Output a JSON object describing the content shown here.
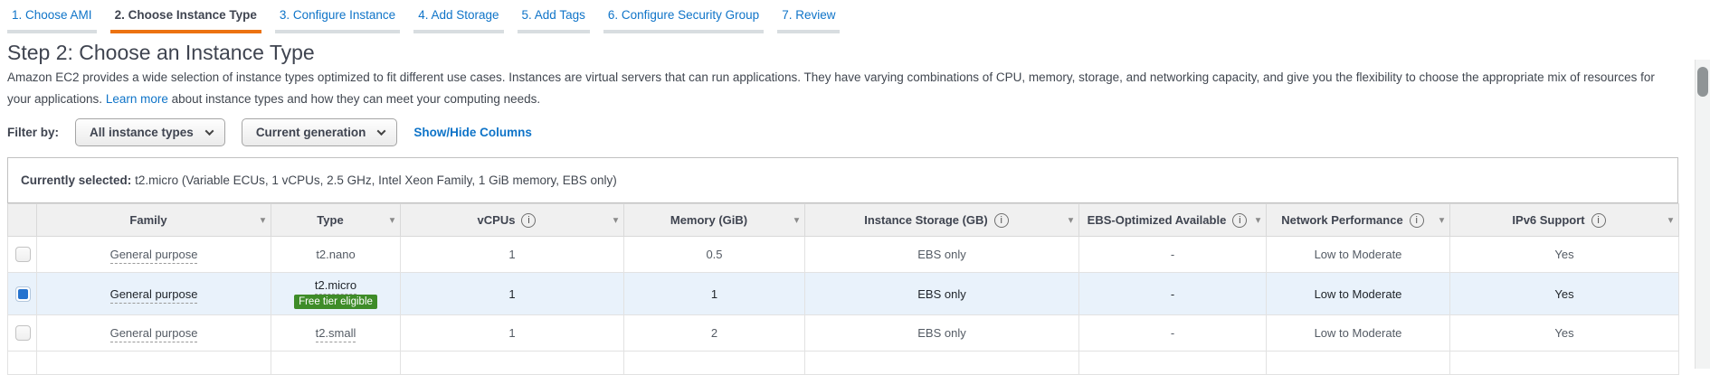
{
  "wizard_tabs": [
    {
      "label": "1. Choose AMI",
      "active": false
    },
    {
      "label": "2. Choose Instance Type",
      "active": true
    },
    {
      "label": "3. Configure Instance",
      "active": false
    },
    {
      "label": "4. Add Storage",
      "active": false
    },
    {
      "label": "5. Add Tags",
      "active": false
    },
    {
      "label": "6. Configure Security Group",
      "active": false
    },
    {
      "label": "7. Review",
      "active": false
    }
  ],
  "header": {
    "title": "Step 2: Choose an Instance Type",
    "description_pre": "Amazon EC2 provides a wide selection of instance types optimized to fit different use cases. Instances are virtual servers that can run applications. They have varying combinations of CPU, memory, storage, and networking capacity, and give you the flexibility to choose the appropriate mix of resources for your applications.",
    "learn_more_label": "Learn more",
    "description_post": "about instance types and how they can meet your computing needs."
  },
  "filter_bar": {
    "label": "Filter by:",
    "dropdowns": [
      {
        "value": "All instance types"
      },
      {
        "value": "Current generation"
      }
    ],
    "show_hide_label": "Show/Hide Columns"
  },
  "currently_selected": {
    "label": "Currently selected:",
    "value": "t2.micro (Variable ECUs, 1 vCPUs, 2.5 GHz, Intel Xeon Family, 1 GiB memory, EBS only)"
  },
  "table": {
    "columns": [
      {
        "key": "family",
        "label": "Family",
        "info": false
      },
      {
        "key": "type",
        "label": "Type",
        "info": false
      },
      {
        "key": "vcpus",
        "label": "vCPUs",
        "info": true
      },
      {
        "key": "memory",
        "label": "Memory (GiB)",
        "info": false
      },
      {
        "key": "instance-storage",
        "label": "Instance Storage (GB)",
        "info": true
      },
      {
        "key": "ebs-optimized",
        "label": "EBS-Optimized Available",
        "info": true
      },
      {
        "key": "network-performance",
        "label": "Network Performance",
        "info": true
      },
      {
        "key": "ipv6-support",
        "label": "IPv6 Support",
        "info": true
      }
    ],
    "rows": [
      {
        "selected": false,
        "family": "General purpose",
        "type": "t2.nano",
        "type_dashed": false,
        "free_tier": false,
        "vcpus": "1",
        "memory": "0.5",
        "storage": "EBS only",
        "ebs_optimized": "-",
        "network": "Low to Moderate",
        "ipv6": "Yes"
      },
      {
        "selected": true,
        "family": "General purpose",
        "type": "t2.micro",
        "type_dashed": true,
        "free_tier": true,
        "free_tier_label": "Free tier eligible",
        "vcpus": "1",
        "memory": "1",
        "storage": "EBS only",
        "ebs_optimized": "-",
        "network": "Low to Moderate",
        "ipv6": "Yes"
      },
      {
        "selected": false,
        "family": "General purpose",
        "type": "t2.small",
        "type_dashed": true,
        "free_tier": false,
        "vcpus": "1",
        "memory": "2",
        "storage": "EBS only",
        "ebs_optimized": "-",
        "network": "Low to Moderate",
        "ipv6": "Yes"
      }
    ]
  },
  "icons": {
    "info": "i",
    "sort_caret": "▾"
  },
  "colors": {
    "tab_active_underline": "#ec7211",
    "link_blue": "#0f74c8",
    "free_tier_green": "#3e8c28",
    "selected_row_bg": "#e9f2fb",
    "checkbox_blue": "#2673ce",
    "header_bg": "#f0f0f0"
  }
}
